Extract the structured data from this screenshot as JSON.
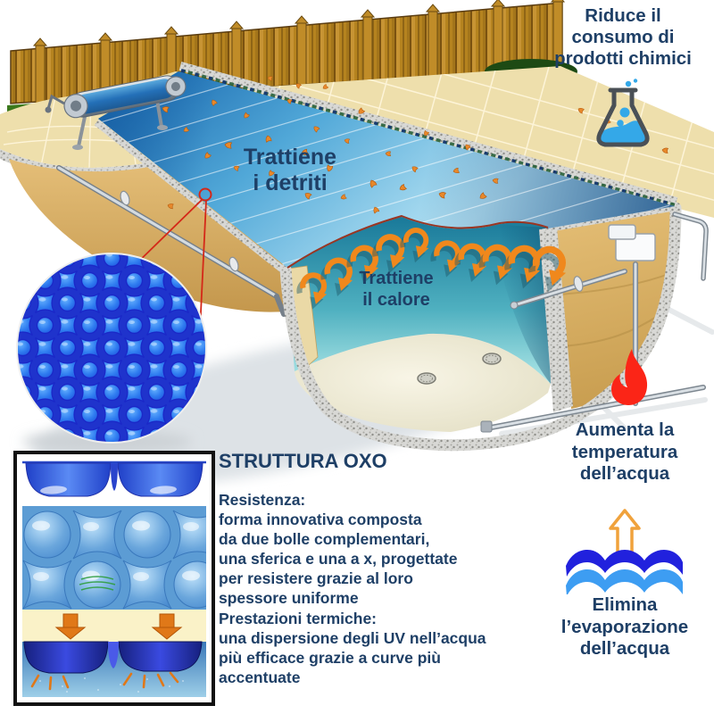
{
  "colors": {
    "accent_navy": "#1e3f66",
    "cover_blue": "#2e7fc2",
    "water_teal": "#3fa8bc",
    "heat_orange": "#f0881c",
    "flame_red": "#fb2517",
    "wave_dark": "#2121dd",
    "wave_light": "#3d9df2",
    "flask_blue": "#34a8e8",
    "leaf_orange": "#e8882a",
    "callout_red": "#d42818",
    "texture_blue": "#2f7df0"
  },
  "pool_labels": {
    "debris": "Trattiene\ni detriti",
    "heat": "Trattiene\nil calore"
  },
  "benefits": [
    {
      "id": "chemicals",
      "icon": "flask-icon",
      "label": "Riduce il\nconsumo di\nprodotti chimici"
    },
    {
      "id": "temperature",
      "icon": "flame-icon",
      "label": "Aumenta la\ntemperatura\ndell’acqua"
    },
    {
      "id": "evaporation",
      "icon": "waves-icon",
      "label": "Elimina\nl’evaporazione\ndell’acqua"
    }
  ],
  "oxo": {
    "title": "STRUTTURA OXO",
    "resistance_heading": "Resistenza:",
    "resistance_body": "forma innovativa composta\nda due bolle complementari,\nuna sferica e una a x, progettate\nper resistere grazie al loro\nspessore uniforme",
    "thermal_heading": "Prestazioni termiche:",
    "thermal_body": "una dispersione degli UV nell’acqua\npiù efficace grazie a curve più\naccentuate"
  }
}
